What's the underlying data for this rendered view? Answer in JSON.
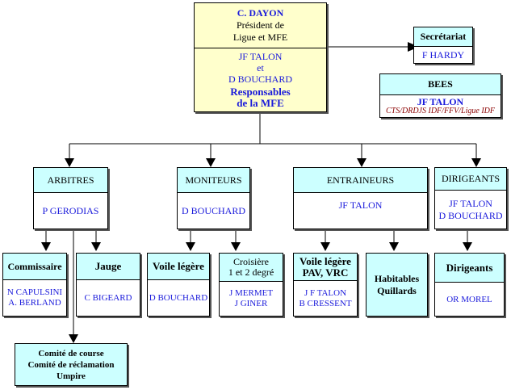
{
  "president": {
    "name": "C. DAYON",
    "role": [
      "Président de",
      "Ligue et MFE"
    ],
    "jf": "JF TALON",
    "et": "et",
    "bouchard": "D  BOUCHARD",
    "resp": [
      "Responsables",
      "de la MFE"
    ]
  },
  "secretariat": {
    "title": "Secrétariat",
    "person": "F  HARDY"
  },
  "bees": {
    "title": "BEES",
    "person": "JF TALON",
    "detail": "CTS/DRDJS IDF/FFV/Ligue IDF"
  },
  "arbitres": {
    "title": "ARBITRES",
    "person": "P GERODIAS"
  },
  "moniteurs": {
    "title": "MONITEURS",
    "person": "D BOUCHARD"
  },
  "entraineurs": {
    "title": "ENTRAINEURS",
    "person": "JF TALON"
  },
  "dirigeants": {
    "title": "DIRIGEANTS",
    "persons": [
      "JF TALON",
      "D BOUCHARD"
    ]
  },
  "commissaire": {
    "title": "Commissaire",
    "persons": [
      "N CAPULSINI",
      "A. BERLAND"
    ]
  },
  "jauge": {
    "title": "Jauge",
    "person": "C BIGEARD"
  },
  "voile_legere": {
    "title": "Voile légère",
    "person": "D BOUCHARD"
  },
  "croisiere": {
    "title": [
      "Croisière",
      "1 et 2 degré"
    ],
    "persons": [
      "J MERMET",
      "J GINER"
    ]
  },
  "voile_pav": {
    "title": [
      "Voile légère",
      "PAV, VRC"
    ],
    "persons": [
      "J F TALON",
      "B CRESSENT"
    ]
  },
  "habitables": {
    "title": [
      "Habitables",
      "Quillards"
    ]
  },
  "dirigeants_sub": {
    "title": "Dirigeants",
    "person": "OR  MOREL"
  },
  "comite": {
    "lines": [
      "Comité de course",
      "Comité de réclamation",
      "Umpire"
    ]
  }
}
